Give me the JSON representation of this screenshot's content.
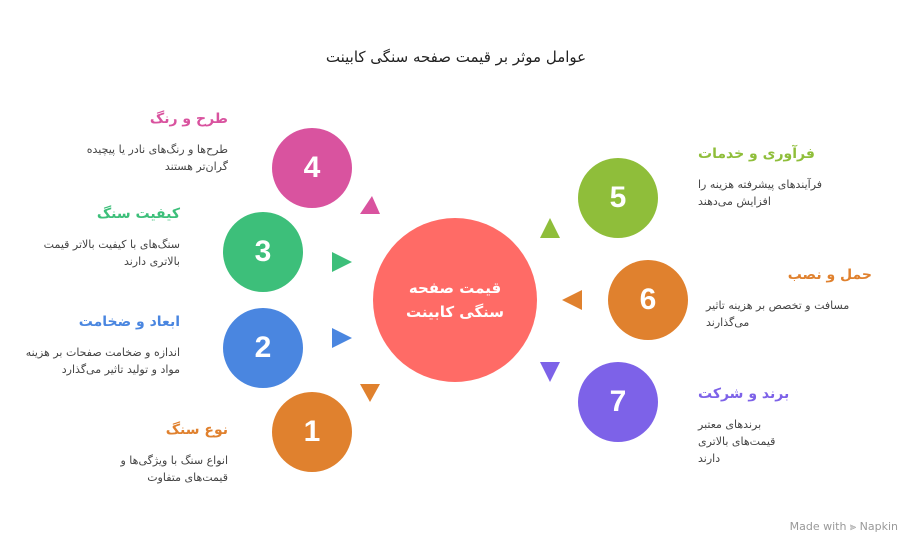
{
  "title": "عوامل موثر بر قیمت صفحه سنگی کابینت",
  "center": "قیمت صفحه سنگی کابینت",
  "items": [
    {
      "num": "1",
      "title": "نوع سنگ",
      "desc": "انواع سنگ با ویژگی‌ها و قیمت‌های متفاوت",
      "color": "#e0812e"
    },
    {
      "num": "2",
      "title": "ابعاد و ضخامت",
      "desc": "اندازه و ضخامت صفحات بر هزینه مواد و تولید تاثیر می‌گذارد",
      "color": "#4a86e0"
    },
    {
      "num": "3",
      "title": "کیفیت سنگ",
      "desc": "سنگ‌های با کیفیت بالاتر قیمت بالاتری دارند",
      "color": "#3dbf7a"
    },
    {
      "num": "4",
      "title": "طرح و رنگ",
      "desc": "طرح‌ها و رنگ‌های نادر یا پیچیده گران‌تر هستند",
      "color": "#d9539f"
    },
    {
      "num": "5",
      "title": "فرآوری و خدمات",
      "desc": "فرآیندهای پیشرفته هزینه را افزایش می‌دهند",
      "color": "#8fbe3a"
    },
    {
      "num": "6",
      "title": "حمل و نصب",
      "desc": "مسافت و تخصص بر هزینه تاثیر می‌گذارند",
      "color": "#e0812e"
    },
    {
      "num": "7",
      "title": "برند و شرکت",
      "desc": "برندهای معتبر قیمت‌های بالاتری دارند",
      "color": "#7d62e8"
    }
  ],
  "footer": "Made with ⫸ Napkin"
}
